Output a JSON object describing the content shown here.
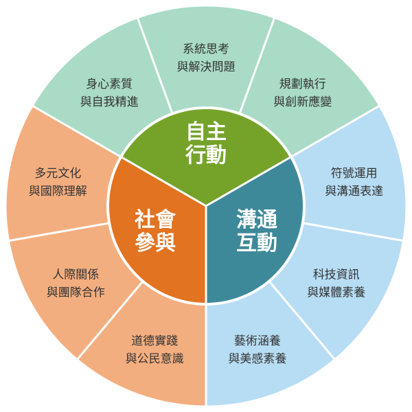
{
  "colors": {
    "outer_green": "#a9dbc6",
    "outer_blue": "#b7ddf4",
    "outer_orange": "#f3ae7f",
    "core_green": "#75a32a",
    "core_teal": "#3e8999",
    "core_orange": "#e27321",
    "divider": "#ffffff"
  },
  "core": [
    {
      "lines": [
        "自主",
        "行動"
      ]
    },
    {
      "lines": [
        "溝通",
        "互動"
      ]
    },
    {
      "lines": [
        "社會",
        "參與"
      ]
    }
  ],
  "outer": [
    {
      "lines": [
        "系統思考",
        "與解決問題"
      ]
    },
    {
      "lines": [
        "規劃執行",
        "與創新應變"
      ]
    },
    {
      "lines": [
        "符號運用",
        "與溝通表達"
      ]
    },
    {
      "lines": [
        "科技資訊",
        "與媒體素養"
      ]
    },
    {
      "lines": [
        "藝術涵養",
        "與美感素養"
      ]
    },
    {
      "lines": [
        "道德實踐",
        "與公民意識"
      ]
    },
    {
      "lines": [
        "人際關係",
        "與團隊合作"
      ]
    },
    {
      "lines": [
        "多元文化",
        "與國際理解"
      ]
    },
    {
      "lines": [
        "身心素質",
        "與自我精進"
      ]
    }
  ]
}
